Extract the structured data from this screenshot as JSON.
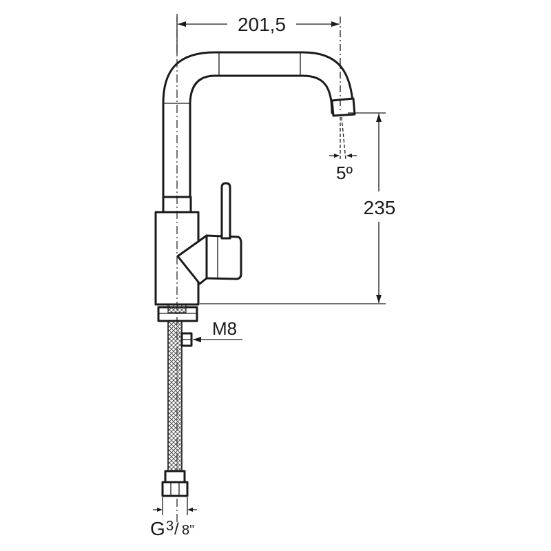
{
  "dimensions": {
    "width_label": "201,5",
    "height_label": "235",
    "angle_label": "5º",
    "nut_label": "M8",
    "thread_label": {
      "prefix": "G",
      "numerator": "3",
      "denominator": "8\""
    }
  },
  "colors": {
    "line": "#1a1a1a",
    "background": "#ffffff",
    "hose_braid": "#444444"
  }
}
